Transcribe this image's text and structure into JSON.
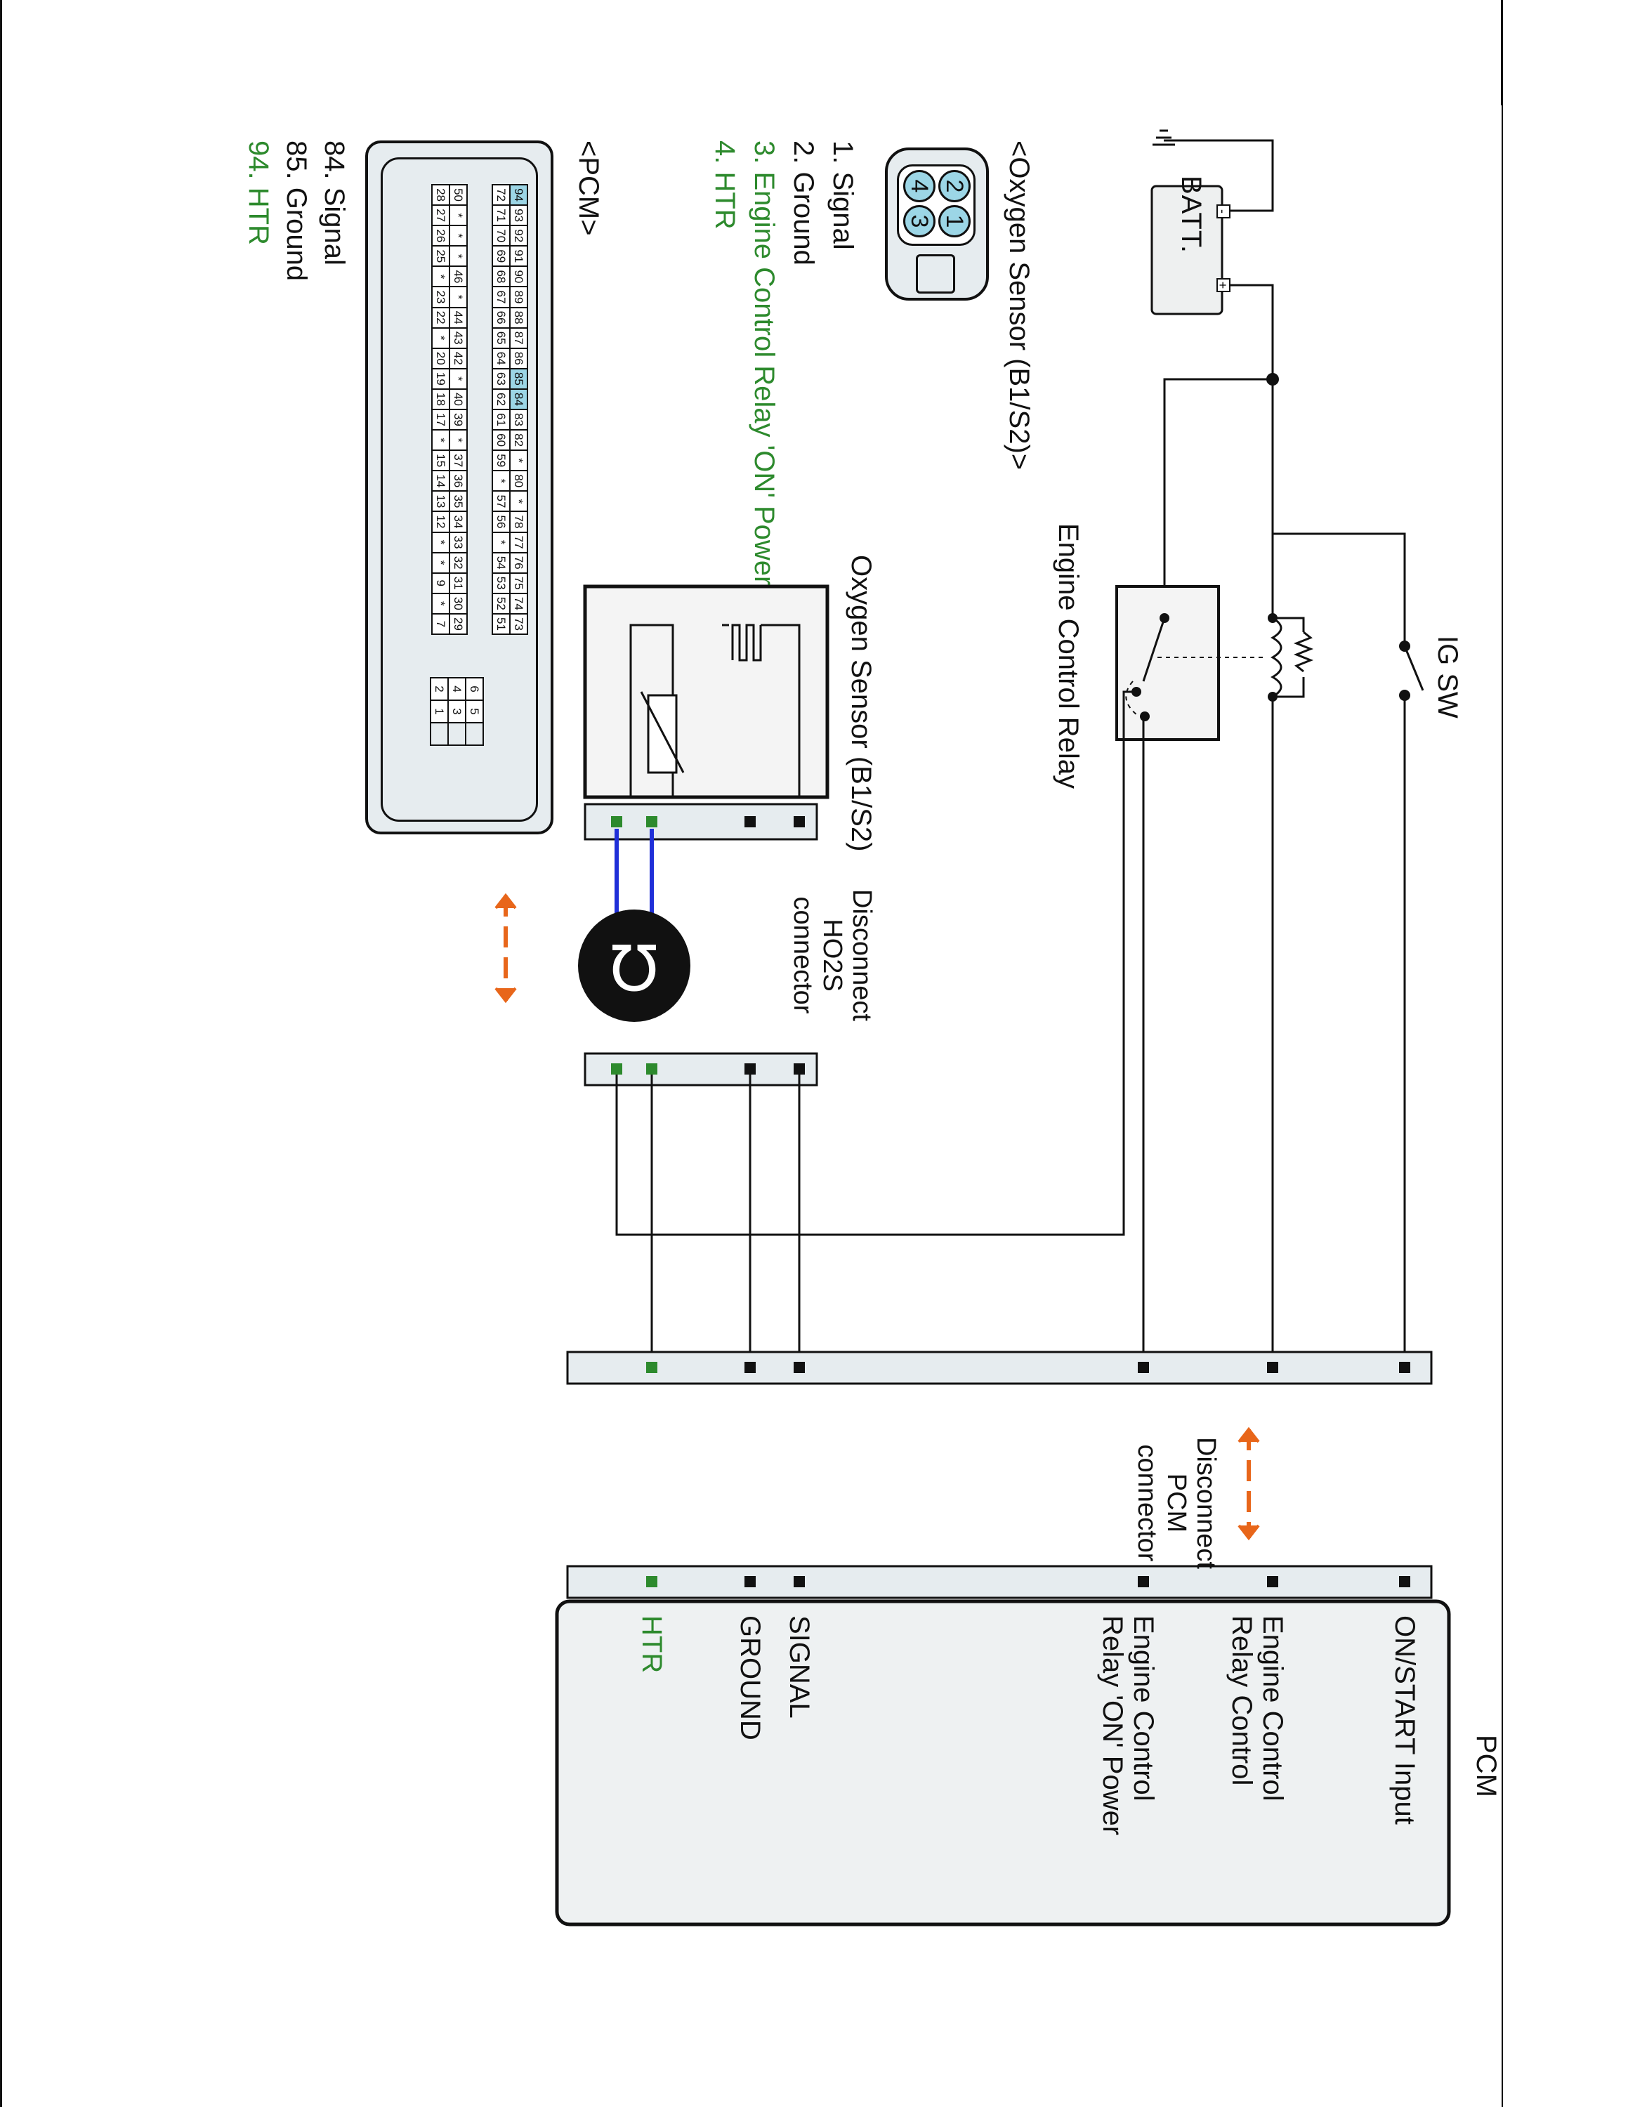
{
  "o2_connector": {
    "title": "<Oxygen Sensor (B1/S2)>",
    "cavities": [
      "2",
      "1",
      "4",
      "3"
    ],
    "pins": [
      {
        "label": "1. Signal",
        "color": "#111111"
      },
      {
        "label": "2. Ground",
        "color": "#111111"
      },
      {
        "label": "3. Engine Control Relay 'ON' Power",
        "color": "#2d8a2d"
      },
      {
        "label": "4. HTR",
        "color": "#2d8a2d"
      }
    ]
  },
  "pcm_connector": {
    "title": "<PCM>",
    "row1": [
      "94",
      "93",
      "92",
      "91",
      "90",
      "89",
      "88",
      "87",
      "86",
      "85",
      "84",
      "83",
      "82",
      "*",
      "80",
      "*",
      "78",
      "77",
      "76",
      "75",
      "74",
      "73"
    ],
    "row2": [
      "72",
      "71",
      "70",
      "69",
      "68",
      "67",
      "66",
      "65",
      "64",
      "63",
      "62",
      "61",
      "60",
      "59",
      "*",
      "57",
      "56",
      "*",
      "54",
      "53",
      "52",
      "51"
    ],
    "row3": [
      "50",
      "*",
      "*",
      "*",
      "46",
      "*",
      "44",
      "43",
      "42",
      "*",
      "40",
      "39",
      "*",
      "37",
      "36",
      "35",
      "34",
      "33",
      "32",
      "31",
      "30",
      "29"
    ],
    "row4": [
      "28",
      "27",
      "26",
      "25",
      "*",
      "23",
      "22",
      "*",
      "20",
      "19",
      "18",
      "17",
      "*",
      "15",
      "14",
      "13",
      "12",
      "*",
      "*",
      "9",
      "*",
      "7"
    ],
    "highlight": [
      "94",
      "85",
      "84"
    ],
    "small_cells": [
      "6",
      "5",
      "",
      "4",
      "3",
      "",
      "2",
      "1",
      ""
    ],
    "pins": [
      {
        "label": "84. Signal",
        "color": "#111111"
      },
      {
        "label": "85. Ground",
        "color": "#111111"
      },
      {
        "label": "94. HTR",
        "color": "#2d8a2d"
      }
    ]
  },
  "schematic": {
    "battery": "BATT.",
    "battery_minus": "-",
    "battery_plus": "+",
    "ig_switch": "IG SW",
    "relay": "Engine Control Relay",
    "sensor": "Oxygen Sensor (B1/S2)",
    "ho2s_connector": [
      "Disconnect",
      "HO2S",
      "connector"
    ],
    "pcm_connector": [
      "Disconnect",
      "PCM",
      "connector"
    ],
    "ohm_symbol": "Ω",
    "pcm_title": "PCM",
    "pcm_pins": [
      {
        "label": "ON/START Input",
        "color": "#111111"
      },
      {
        "label": "Engine Control Relay Control",
        "color": "#111111"
      },
      {
        "label": "Engine Control Relay 'ON' Power",
        "color": "#111111"
      },
      {
        "label": "HTR",
        "color": "#2d8a2d"
      },
      {
        "label": "GROUND",
        "color": "#111111"
      },
      {
        "label": "SIGNAL",
        "color": "#111111"
      }
    ],
    "colors": {
      "wire": "#111111",
      "meter_lead": "#1f2fd8",
      "arrow": "#e8661a",
      "heater_pin": "#2d8a2d"
    }
  }
}
